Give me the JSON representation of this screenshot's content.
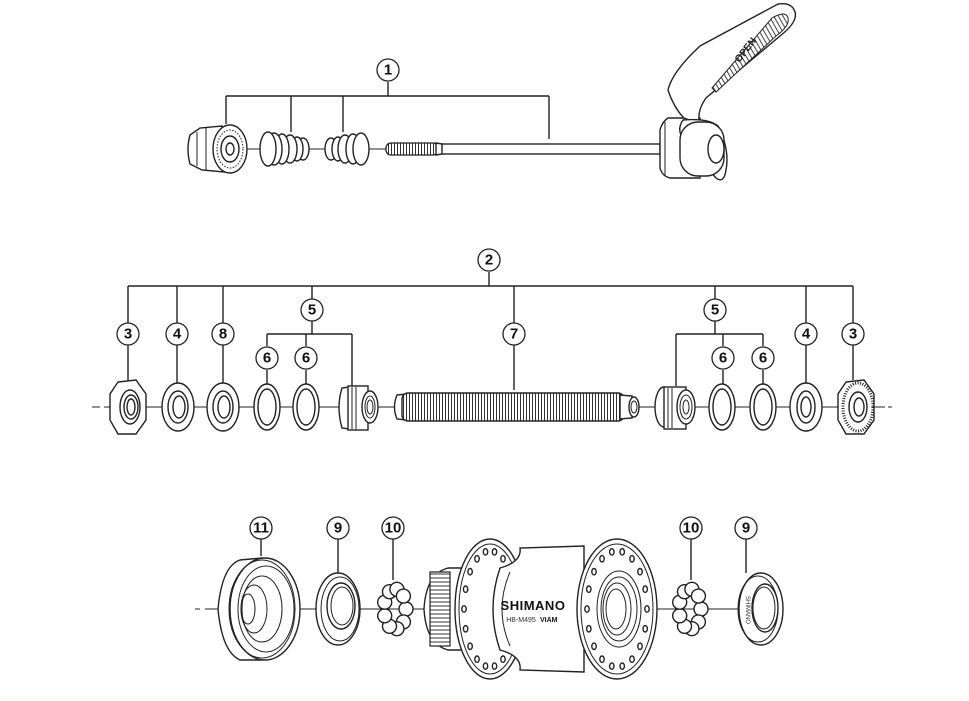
{
  "diagram": {
    "type": "exploded-parts-view",
    "subject": "bicycle front hub assembly",
    "hub": {
      "brand": "SHIMANO",
      "model": "HB-M495",
      "model_suffix": "VIAM"
    },
    "lever_text": "OPEN",
    "bearing_cup_text": "SHIMANO",
    "groups": [
      {
        "id": "quick-release",
        "callout": "1",
        "parts": [
          "nut",
          "spring",
          "spring",
          "skewer"
        ]
      },
      {
        "id": "axle-assembly",
        "callout": "2",
        "parts": [
          "3",
          "4",
          "8",
          "5",
          "7",
          "5",
          "4",
          "3"
        ]
      },
      {
        "id": "hub-body",
        "parts": [
          "11",
          "9",
          "10",
          "hub-shell",
          "10",
          "9"
        ]
      }
    ],
    "callouts": {
      "c1": "1",
      "c2": "2",
      "c3_left": "3",
      "c4_left": "4",
      "c8": "8",
      "c5_left": "5",
      "c6_left_a": "6",
      "c6_left_b": "6",
      "c7": "7",
      "c5_right": "5",
      "c6_right_a": "6",
      "c6_right_b": "6",
      "c4_right": "4",
      "c3_right": "3",
      "c11": "11",
      "c9_left": "9",
      "c10_left": "10",
      "c10_right": "10",
      "c9_right": "9"
    }
  }
}
